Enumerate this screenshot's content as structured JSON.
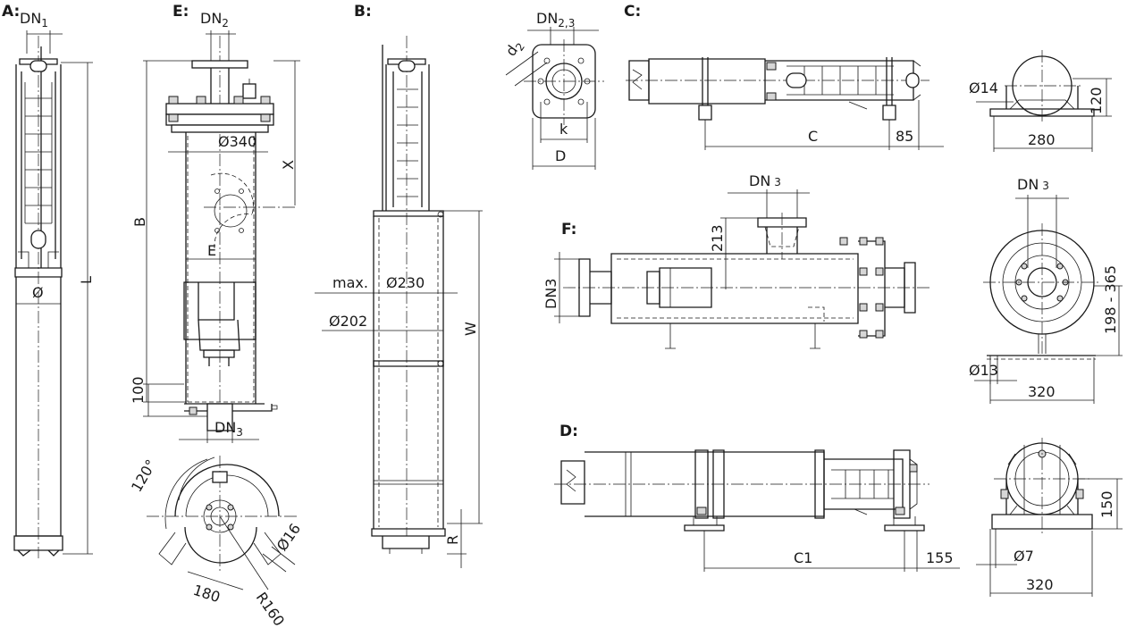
{
  "views": {
    "A": {
      "label": "A:",
      "dn": "DN",
      "dn_sub": "1",
      "diameter": "Ø",
      "length": "L"
    },
    "E": {
      "label": "E:",
      "dn_top": "DN",
      "dn_top_sub": "2",
      "diameter": "Ø340",
      "x": "X",
      "b": "B",
      "e": "E",
      "h100": "100",
      "dn_bottom": "DN",
      "dn_bottom_sub": "3",
      "angle": "120°",
      "w180": "180",
      "r160": "R160",
      "d16": "Ø16"
    },
    "B": {
      "label": "B:",
      "max": "max.",
      "d230": "Ø230",
      "d202": "Ø202",
      "w": "W",
      "r": "R"
    },
    "flange": {
      "dn": "DN",
      "dn_sub": "2,3",
      "d2": "d",
      "d2_sub": "2",
      "k": "k",
      "d": "D"
    },
    "C": {
      "label": "C:",
      "c": "C",
      "c85": "85",
      "d14": "Ø14",
      "h120": "120",
      "w280": "280"
    },
    "F": {
      "label": "F:",
      "dn_top": "DN",
      "dn_top_sub": "3",
      "h213": "213",
      "dn_left": "DN3",
      "dn_right": "DN",
      "dn_right_sub": "3",
      "range": "198 - 365",
      "d13": "Ø13",
      "w320": "320"
    },
    "D": {
      "label": "D:",
      "c1": "C1",
      "c155": "155",
      "d7": "Ø7",
      "h150": "150",
      "w320": "320"
    }
  }
}
